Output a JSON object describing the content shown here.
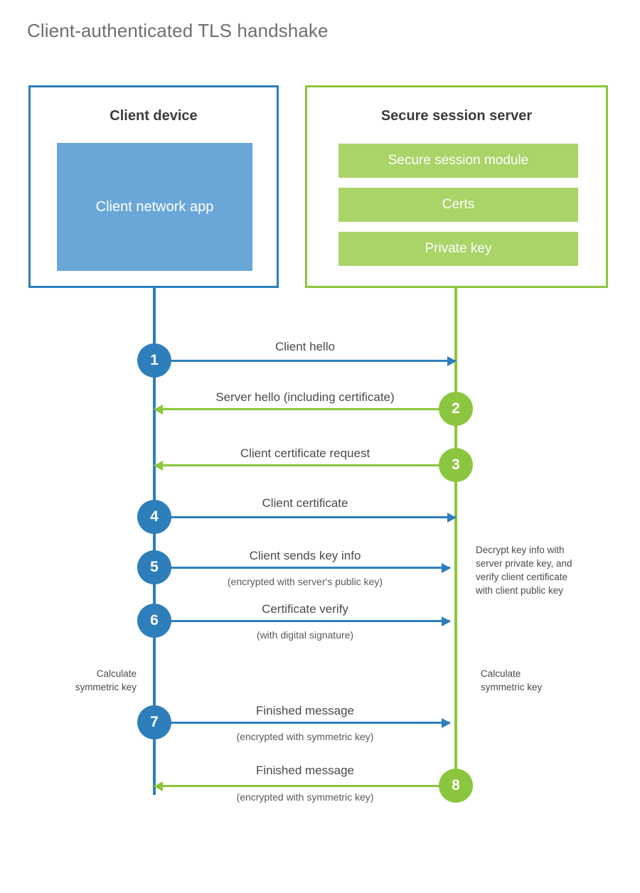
{
  "title": "Client-authenticated TLS handshake",
  "colors": {
    "client_blue": "#2e7ebb",
    "client_app_fill": "#6aa7d8",
    "server_green": "#8cc63e",
    "server_block_fill": "#a8d468",
    "text_gray": "#4a4a4a",
    "title_gray": "#6f6f6f",
    "background": "#ffffff"
  },
  "parties": {
    "client": {
      "title": "Client device",
      "blocks": [
        {
          "label": "Client network\napp"
        }
      ]
    },
    "server": {
      "title": "Secure session server",
      "blocks": [
        {
          "label": "Secure session module"
        },
        {
          "label": "Certs"
        },
        {
          "label": "Private key"
        }
      ]
    }
  },
  "steps": [
    {
      "number": "1",
      "label": "Client hello",
      "sublabel": "",
      "direction": "client-to-server"
    },
    {
      "number": "2",
      "label": "Server hello (including certificate)",
      "sublabel": "",
      "direction": "server-to-client"
    },
    {
      "number": "3",
      "label": "Client certificate request",
      "sublabel": "",
      "direction": "server-to-client"
    },
    {
      "number": "4",
      "label": "Client certificate",
      "sublabel": "",
      "direction": "client-to-server"
    },
    {
      "number": "5",
      "label": "Client sends key info",
      "sublabel": "(encrypted with server's public key)",
      "direction": "client-to-server"
    },
    {
      "number": "6",
      "label": "Certificate verify",
      "sublabel": "(with digital signature)",
      "direction": "client-to-server"
    },
    {
      "number": "7",
      "label": "Finished message",
      "sublabel": "(encrypted with symmetric key)",
      "direction": "client-to-server"
    },
    {
      "number": "8",
      "label": "Finished message",
      "sublabel": "(encrypted with symmetric key)",
      "direction": "server-to-client"
    }
  ],
  "notes": {
    "server_decrypt": "Decrypt key info with\nserver private key, and\nverify client certificate\nwith client public key",
    "client_calculate": "Calculate\nsymmetric key",
    "server_calculate": "Calculate\nsymmetric key"
  }
}
